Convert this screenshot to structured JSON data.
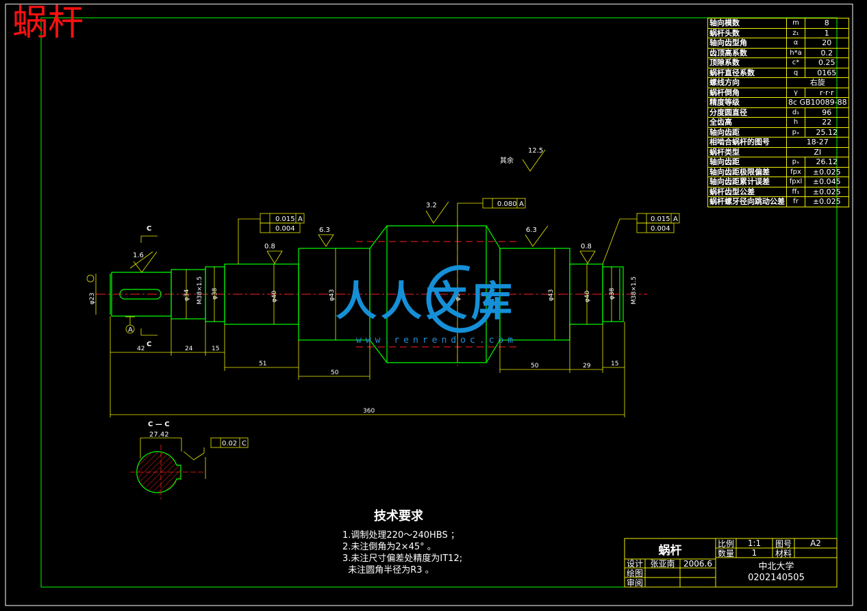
{
  "drawing_title_red": "蜗杆",
  "params": [
    {
      "name": "轴向模数",
      "sym": "m",
      "val": "8"
    },
    {
      "name": "蜗杆头数",
      "sym": "z₁",
      "val": "1"
    },
    {
      "name": "轴向齿型角",
      "sym": "α",
      "val": "20"
    },
    {
      "name": "齿顶高系数",
      "sym": "h*a",
      "val": "0.2"
    },
    {
      "name": "顶隙系数",
      "sym": "c*",
      "val": "0.25"
    },
    {
      "name": "蜗杆直径系数",
      "sym": "q",
      "val": "0165"
    },
    {
      "name": "螺线方向",
      "sym": "",
      "val": "右旋"
    },
    {
      "name": "蜗杆倒角",
      "sym": "γ",
      "val": "r·r·r"
    },
    {
      "name": "精度等级",
      "sym": "",
      "val": "8c GB10089-88"
    },
    {
      "name": "分度圆直径",
      "sym": "d₁",
      "val": "96"
    },
    {
      "name": "全齿高",
      "sym": "h",
      "val": "22"
    },
    {
      "name": "轴向齿距",
      "sym": "pₓ",
      "val": "25.12"
    },
    {
      "name": "相啮合蜗杆的图号",
      "sym": "",
      "val": "18-27"
    },
    {
      "name": "蜗杆类型",
      "sym": "",
      "val": "ZI"
    },
    {
      "name": "轴向齿距",
      "sym": "pₓ",
      "val": "26.12"
    },
    {
      "name": "轴向齿距极限偏差",
      "sym": "fpx",
      "val": "±0.025"
    },
    {
      "name": "轴向齿距累计误差",
      "sym": "fpxl",
      "val": "±0.045"
    },
    {
      "name": "蜗杆齿型公差",
      "sym": "ff₁",
      "val": "±0.025"
    },
    {
      "name": "蜗杆螺牙径向跳动公差",
      "sym": "fr",
      "val": "±0.025"
    }
  ],
  "labels": {
    "roughness_corner": "12.5",
    "roughness_corner_note": "其余",
    "r_left_key": "1.6",
    "r_08_left": "0.8",
    "r_63_left": "6.3",
    "r_32": "3.2",
    "r_63_right": "6.3",
    "r_08_right": "0.8",
    "tol_left_1": "0.015",
    "tol_left_1_ref": "A",
    "tol_left_2": "0.004",
    "tol_center": "0.080",
    "tol_center_ref": "A",
    "tol_right_1": "0.015",
    "tol_right_1_ref": "A",
    "tol_right_2": "0.004",
    "section_c_top": "C",
    "section_c_bottom": "C",
    "datum_a": "A",
    "section_title": "C — C",
    "section_dim": "27.42",
    "section_tol": "0.02",
    "section_tol_ref": "C"
  },
  "dims": {
    "d42": "42",
    "d24": "24",
    "d15a": "15",
    "d51": "51",
    "d50a": "50",
    "d50b": "50",
    "d29": "29",
    "d15b": "15",
    "d360": "360",
    "dia_left": "φ23",
    "dia_34": "φ34",
    "dia_38": "φ38",
    "dia_40": "φ40",
    "dia_43a": "φ43",
    "dia_96": "φ96",
    "dia_43b": "φ43",
    "dia_40b": "φ40",
    "dia_38b": "φ38",
    "thread_l": "M38×1.5",
    "thread_r": "M38×1.5"
  },
  "tech": {
    "title": "技术要求",
    "lines": [
      "1.调制处理220～240HBS ；",
      "2.未注倒角为2×45° 。",
      "3.未注尺寸偏差处精度为IT12;",
      "  未注圆角半径为R3 。"
    ]
  },
  "titleblock": {
    "part": "蜗杆",
    "scale_label": "比例",
    "scale": "1:1",
    "drawno_label": "图号",
    "drawno": "A2",
    "qty_label": "数量",
    "qty": "1",
    "material_label": "材料",
    "design_label": "设计",
    "designer": "张亚南",
    "date": "2006.6",
    "draw_label": "绘图",
    "check_label": "审阅",
    "school": "中北大学",
    "student_id": "0202140505"
  },
  "watermark": {
    "text": "人人文库",
    "url": "www.renrendoc.com"
  },
  "colors": {
    "frame": "#f0f000",
    "outline": "#00ff00",
    "center": "#ff2020",
    "dim": "#ffffff"
  }
}
